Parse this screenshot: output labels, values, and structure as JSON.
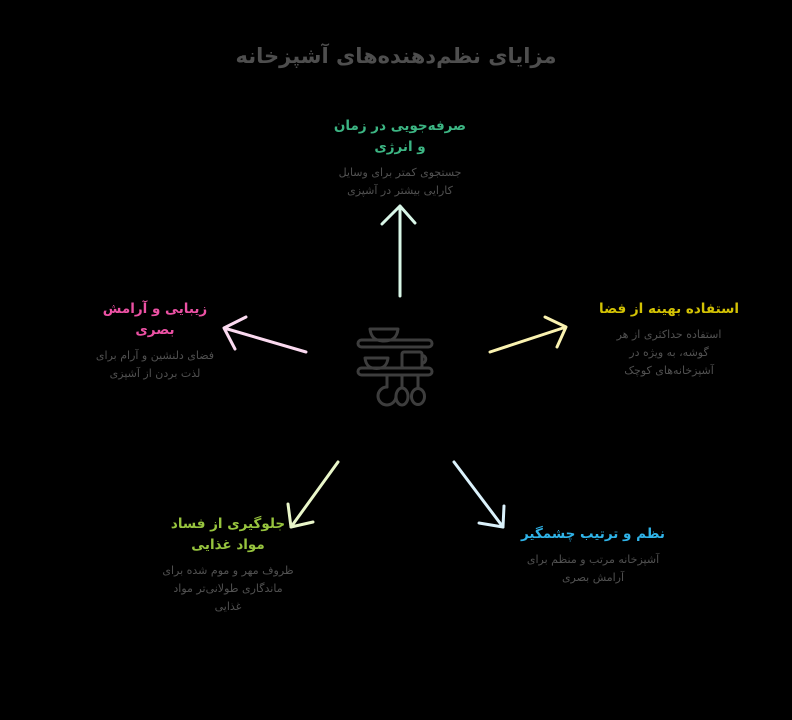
{
  "background": "#000000",
  "title": "مزایای نظم‌دهنده‌های آشپزخانه",
  "text_colors": {
    "heading": "#4e4e4e",
    "description": "#515151"
  },
  "center_icon": {
    "name": "kitchen-shelf",
    "stroke_color": "#3d3d3d"
  },
  "nodes": {
    "top": {
      "title": "صرفه‌جویی در زمان\nو انرژی",
      "description": "جستجوی کمتر برای وسایل\nکارایی بیشتر در آشپزی",
      "title_color": "#3cb583",
      "arrow_color": "#d9f7e8"
    },
    "right": {
      "title": "استفاده بهینه از فضا",
      "description": "استفاده حداکثری از هر\nگوشه، به ویژه در\nآشپزخانه‌های کوچک",
      "title_color": "#d3c204",
      "arrow_color": "#faf2b0"
    },
    "left": {
      "title": "زیبایی و آرامش\nبصری",
      "description": "فضای دلنشین و آرام برای\nلذت بردن از آشپزی",
      "title_color": "#ec51a4",
      "arrow_color": "#fbdaf0"
    },
    "bottom_left": {
      "title": "جلوگیری از فساد\nمواد غذایی",
      "description": "ظروف مهر و موم شده برای\nماندگاری طولانی‌تر مواد\nغذایی",
      "title_color": "#97c43e",
      "arrow_color": "#eaf7ca"
    },
    "bottom_right": {
      "title": "نظم و ترتیب چشمگیر",
      "description": "آشپزخانه مرتب و منظم برای\nآرامش بصری",
      "title_color": "#2fb3e8",
      "arrow_color": "#dbf2fc"
    }
  }
}
